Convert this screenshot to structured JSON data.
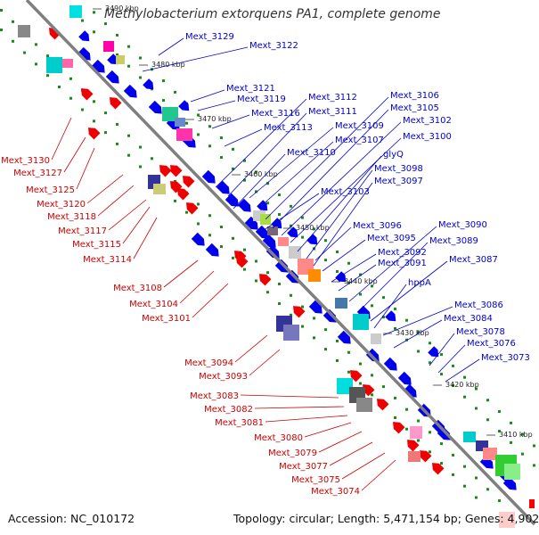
{
  "title": "Methylobacterium extorquens PA1, complete genome",
  "accession": "Accession: NC_010172",
  "summary": "Topology: circular; Length: 5,471,154 bp; Genes: 4,902",
  "colors": {
    "backbone": "#808080",
    "forward_label": "#0000cc",
    "reverse_label": "#cc0000",
    "forward_gene": "#0000ee",
    "reverse_gene": "#ee0000",
    "tick": "#1a8a1a"
  },
  "scale_labels": [
    "3490 kbp",
    "3480 kbp",
    "3470 kbp",
    "3460 kbp",
    "3450 kbp",
    "3440 kbp",
    "3430 kbp",
    "3420 kbp",
    "3410 kbp"
  ],
  "forward_labels": [
    "Mext_3129",
    "Mext_3122",
    "Mext_3121",
    "Mext_3119",
    "Mext_3116",
    "Mext_3113",
    "Mext_3112",
    "Mext_3111",
    "Mext_3110",
    "Mext_3109",
    "Mext_3107",
    "Mext_3106",
    "Mext_3105",
    "Mext_3102",
    "Mext_3100",
    "glyQ",
    "Mext_3098",
    "Mext_3097",
    "Mext_3103",
    "Mext_3096",
    "Mext_3095",
    "Mext_3092",
    "Mext_3091",
    "Mext_3090",
    "Mext_3089",
    "Mext_3087",
    "hppA",
    "Mext_3086",
    "Mext_3084",
    "Mext_3078",
    "Mext_3076",
    "Mext_3073"
  ],
  "reverse_labels": [
    "Mext_3130",
    "Mext_3127",
    "Mext_3125",
    "Mext_3120",
    "Mext_3118",
    "Mext_3117",
    "Mext_3115",
    "Mext_3114",
    "Mext_3108",
    "Mext_3104",
    "Mext_3101",
    "Mext_3094",
    "Mext_3093",
    "Mext_3083",
    "Mext_3082",
    "Mext_3081",
    "Mext_3080",
    "Mext_3079",
    "Mext_3077",
    "Mext_3075",
    "Mext_3074"
  ]
}
